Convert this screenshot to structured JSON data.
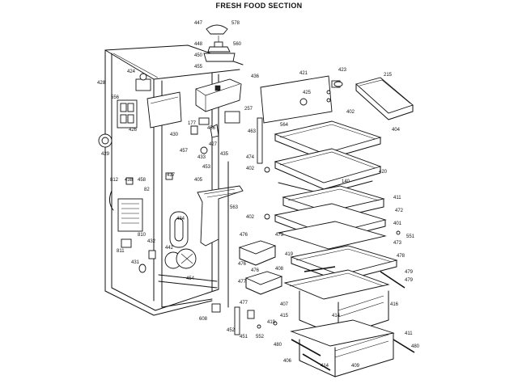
{
  "title": "FRESH FOOD SECTION",
  "callouts": [
    {
      "id": "c447",
      "text": "447"
    },
    {
      "id": "c578",
      "text": "578"
    },
    {
      "id": "c448",
      "text": "448"
    },
    {
      "id": "c560",
      "text": "560"
    },
    {
      "id": "c450",
      "text": "450"
    },
    {
      "id": "c455",
      "text": "455"
    },
    {
      "id": "c436",
      "text": "436"
    },
    {
      "id": "c421",
      "text": "421"
    },
    {
      "id": "c423",
      "text": "423"
    },
    {
      "id": "c215",
      "text": "215"
    },
    {
      "id": "c424",
      "text": "424"
    },
    {
      "id": "c428",
      "text": "428"
    },
    {
      "id": "c556",
      "text": "556"
    },
    {
      "id": "c425",
      "text": "425"
    },
    {
      "id": "c402a",
      "text": "402"
    },
    {
      "id": "c404",
      "text": "404"
    },
    {
      "id": "c426",
      "text": "426"
    },
    {
      "id": "c430",
      "text": "430"
    },
    {
      "id": "c177",
      "text": "177"
    },
    {
      "id": "c456",
      "text": "456"
    },
    {
      "id": "c257",
      "text": "257"
    },
    {
      "id": "c463",
      "text": "463"
    },
    {
      "id": "c564",
      "text": "564"
    },
    {
      "id": "c427",
      "text": "427"
    },
    {
      "id": "c435",
      "text": "435"
    },
    {
      "id": "c429",
      "text": "429"
    },
    {
      "id": "c457",
      "text": "457"
    },
    {
      "id": "c433",
      "text": "433"
    },
    {
      "id": "c474",
      "text": "474"
    },
    {
      "id": "c453",
      "text": "453"
    },
    {
      "id": "c402b",
      "text": "402"
    },
    {
      "id": "c420",
      "text": "420"
    },
    {
      "id": "c437",
      "text": "437"
    },
    {
      "id": "c140",
      "text": "140"
    },
    {
      "id": "c438",
      "text": "438"
    },
    {
      "id": "c458",
      "text": "458"
    },
    {
      "id": "c812",
      "text": "812"
    },
    {
      "id": "c405",
      "text": "405"
    },
    {
      "id": "c82",
      "text": "82"
    },
    {
      "id": "c411a",
      "text": "411"
    },
    {
      "id": "c472",
      "text": "472"
    },
    {
      "id": "c563",
      "text": "563"
    },
    {
      "id": "c402c",
      "text": "402"
    },
    {
      "id": "c434",
      "text": "434"
    },
    {
      "id": "c401",
      "text": "401"
    },
    {
      "id": "c551",
      "text": "551"
    },
    {
      "id": "c810",
      "text": "810"
    },
    {
      "id": "c476a",
      "text": "476"
    },
    {
      "id": "c473a",
      "text": "473"
    },
    {
      "id": "c473b",
      "text": "473"
    },
    {
      "id": "c442",
      "text": "442"
    },
    {
      "id": "c432",
      "text": "432"
    },
    {
      "id": "c811",
      "text": "811"
    },
    {
      "id": "c419a",
      "text": "419"
    },
    {
      "id": "c478",
      "text": "478"
    },
    {
      "id": "c476b",
      "text": "476"
    },
    {
      "id": "c476c",
      "text": "476"
    },
    {
      "id": "c477a",
      "text": "477"
    },
    {
      "id": "c431",
      "text": "431"
    },
    {
      "id": "c408",
      "text": "408"
    },
    {
      "id": "c479",
      "text": "479"
    },
    {
      "id": "c454",
      "text": "454"
    },
    {
      "id": "c479b",
      "text": "479"
    },
    {
      "id": "c416",
      "text": "416"
    },
    {
      "id": "c407",
      "text": "407"
    },
    {
      "id": "c477b",
      "text": "477"
    },
    {
      "id": "c414a",
      "text": "414"
    },
    {
      "id": "c608",
      "text": "608"
    },
    {
      "id": "c415",
      "text": "415"
    },
    {
      "id": "c419b",
      "text": "419"
    },
    {
      "id": "c452",
      "text": "452"
    },
    {
      "id": "c451",
      "text": "451"
    },
    {
      "id": "c552",
      "text": "552"
    },
    {
      "id": "c480a",
      "text": "480"
    },
    {
      "id": "c411b",
      "text": "411"
    },
    {
      "id": "c480b",
      "text": "480"
    },
    {
      "id": "c406",
      "text": "406"
    },
    {
      "id": "c414b",
      "text": "414"
    },
    {
      "id": "c409",
      "text": "409"
    }
  ]
}
